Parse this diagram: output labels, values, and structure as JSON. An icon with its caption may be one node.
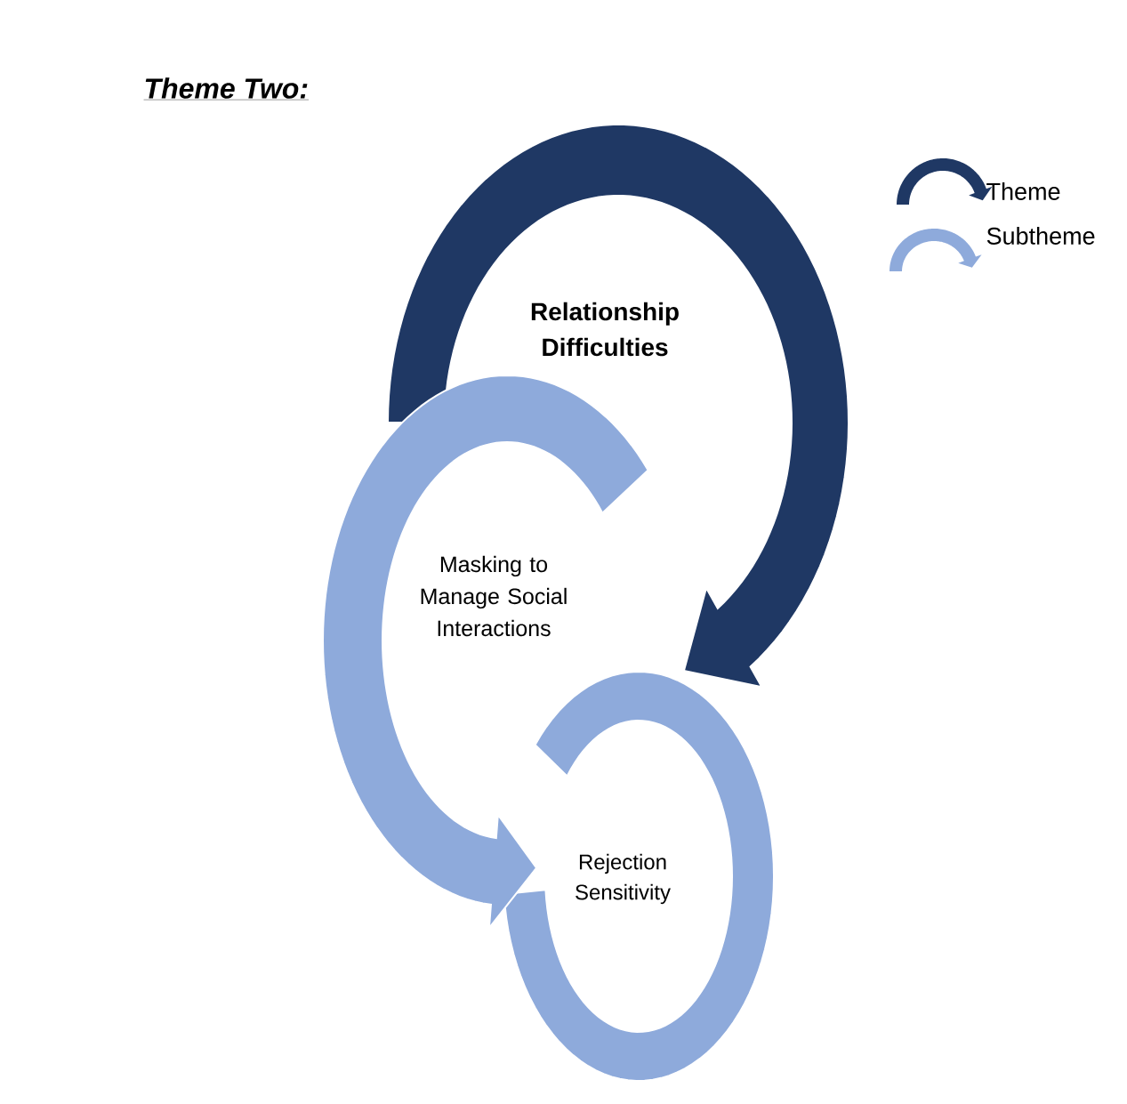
{
  "diagram": {
    "title": "Theme Two:",
    "nodes": [
      {
        "text": [
          "Relationship Difficulties"
        ]
      },
      {
        "text": [
          "Masking to Manage Social Interactions"
        ]
      },
      {
        "text": [
          "Rejection Sensitivity"
        ]
      }
    ],
    "legend": [
      {
        "text": "Theme"
      },
      {
        "text": "Subtheme"
      }
    ]
  }
}
